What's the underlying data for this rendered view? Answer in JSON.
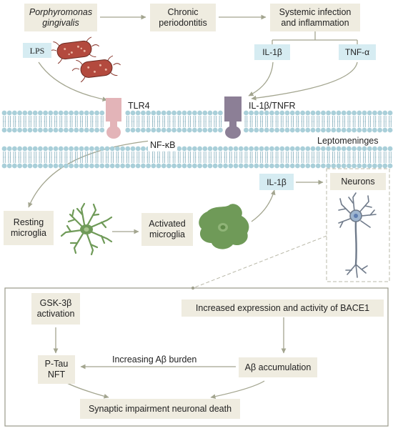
{
  "top": {
    "pathogen_line1": "Porphyromonas",
    "pathogen_line2": "gingivalis",
    "chronic_line1": "Chronic",
    "chronic_line2": "periodontitis",
    "systemic_line1": "Systemic infection",
    "systemic_line2": "and inflammation"
  },
  "cytokines": {
    "lps": "LPS",
    "il1b_top": "IL-1β",
    "tnfa": "TNF-α",
    "il1b_mid": "IL-1β"
  },
  "receptors": {
    "tlr4": "TLR4",
    "il1b_tnfr": "IL-1β/TNFR"
  },
  "membrane": {
    "leptomeninges": "Leptomeninges",
    "nfkb": "NF-κB"
  },
  "microglia": {
    "resting_line1": "Resting",
    "resting_line2": "microglia",
    "activated_line1": "Activated",
    "activated_line2": "microglia"
  },
  "neurons": {
    "label": "Neurons"
  },
  "bottom": {
    "gsk_line1": "GSK-3β",
    "gsk_line2": "activation",
    "bace1": "Increased expression and activity of BACE1",
    "ptau_line1": "P-Tau",
    "ptau_line2": "NFT",
    "abeta_acc": "Aβ accumulation",
    "abeta_burden": "Increasing Aβ burden",
    "synaptic": "Synaptic impairment neuronal death"
  },
  "colors": {
    "box_fill": "#efece0",
    "cyto_fill": "#d6ecf2",
    "arrow": "#a3a58f",
    "lipid_head": "#a9cfd9",
    "tlr4": "#e3b4b8",
    "il1_receptor": "#8c7f96",
    "microglia": "#6f9a58",
    "neuron": "#6f7a8a"
  }
}
